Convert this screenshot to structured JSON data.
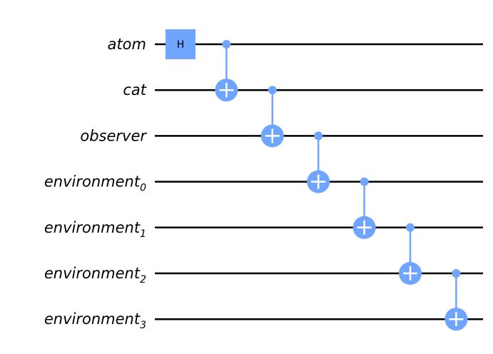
{
  "qubits": [
    {
      "name": "atom",
      "subscript": ""
    },
    {
      "name": "cat",
      "subscript": ""
    },
    {
      "name": "observer",
      "subscript": ""
    },
    {
      "name": "environment",
      "subscript": "0"
    },
    {
      "name": "environment",
      "subscript": "1"
    },
    {
      "name": "environment",
      "subscript": "2"
    },
    {
      "name": "environment",
      "subscript": "3"
    }
  ],
  "gates": [
    {
      "type": "H",
      "label": "H",
      "target": 0,
      "column": 0
    },
    {
      "type": "CX",
      "control": 0,
      "target": 1,
      "column": 1
    },
    {
      "type": "CX",
      "control": 1,
      "target": 2,
      "column": 2
    },
    {
      "type": "CX",
      "control": 2,
      "target": 3,
      "column": 3
    },
    {
      "type": "CX",
      "control": 3,
      "target": 4,
      "column": 4
    },
    {
      "type": "CX",
      "control": 4,
      "target": 5,
      "column": 5
    },
    {
      "type": "CX",
      "control": 5,
      "target": 6,
      "column": 6
    }
  ],
  "colors": {
    "wire": "#000000",
    "gate": "#6fa4ff",
    "gate_symbol": "#ffffff"
  }
}
